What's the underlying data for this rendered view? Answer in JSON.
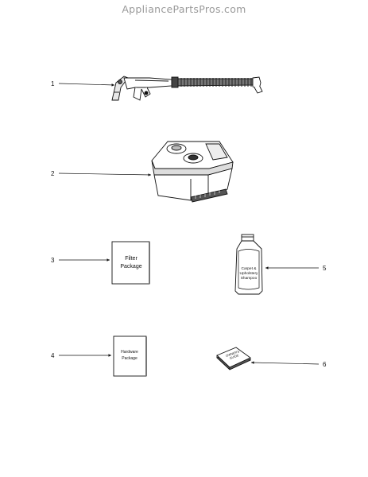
{
  "watermark": "AppliancePartsPros.com",
  "parts": [
    {
      "number": "1",
      "name": "hose-wand"
    },
    {
      "number": "2",
      "name": "solution-tank"
    },
    {
      "number": "3",
      "name": "filter-package"
    },
    {
      "number": "4",
      "name": "hardware-package"
    },
    {
      "number": "5",
      "name": "shampoo-bottle"
    },
    {
      "number": "6",
      "name": "owners-guide"
    }
  ],
  "labels": {
    "filter_package_line1": "Filter",
    "filter_package_line2": "Package",
    "hardware_package_line1": "Hardware",
    "hardware_package_line2": "Package",
    "shampoo_line1": "Carpet &",
    "shampoo_line2": "Upholstery",
    "shampoo_line3": "Shampoo",
    "guide_line1": "OWNER'S",
    "guide_line2": "GUIDE"
  }
}
